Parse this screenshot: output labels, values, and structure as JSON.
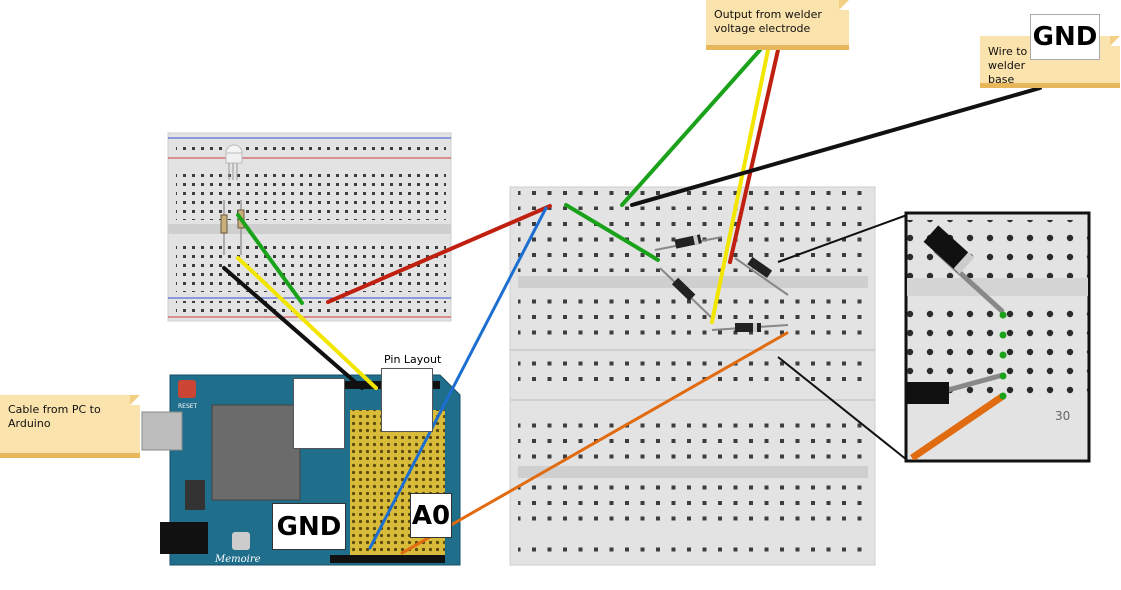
{
  "notes": {
    "output_electrode": "Output from welder voltage electrode",
    "wire_to_base": "Wire to welder base",
    "cable_pc": "Cable from PC to Arduino"
  },
  "labels": {
    "pin_layout": "Pin Layout",
    "gnd_top": "GND",
    "gnd_arduino": "GND",
    "a0": "A0",
    "zoom_column": "30",
    "arduino_brand": "Memoire",
    "reset": "RESET"
  },
  "colors": {
    "wire_green": "#1aa31a",
    "wire_yellow": "#f2e600",
    "wire_red": "#c0200f",
    "wire_black": "#111111",
    "wire_blue": "#1c6fd1",
    "wire_orange": "#e06b10",
    "arduino_blue": "#1f6e8c",
    "note_bg": "#fbe3ad",
    "breadboard": "#e3e3e3"
  }
}
